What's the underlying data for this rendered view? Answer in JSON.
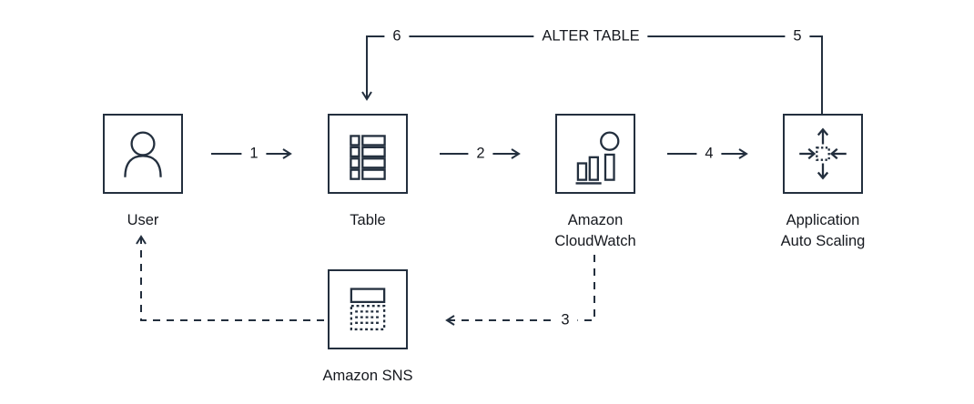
{
  "colors": {
    "stroke": "#232f3e",
    "background": "#ffffff",
    "text": "#16191f"
  },
  "nodes": [
    {
      "id": "user",
      "icon": "user-icon",
      "lines": [
        "User"
      ]
    },
    {
      "id": "table",
      "icon": "table-icon",
      "lines": [
        "Table"
      ]
    },
    {
      "id": "amazon-cloudwatch",
      "icon": "cloudwatch-icon",
      "lines": [
        "Amazon",
        "CloudWatch"
      ]
    },
    {
      "id": "application-auto-scaling",
      "icon": "auto-scaling-icon",
      "lines": [
        "Application",
        "Auto Scaling"
      ]
    },
    {
      "id": "amazon-sns",
      "icon": "sns-icon",
      "lines": [
        "Amazon SNS"
      ]
    }
  ],
  "edge_labels": {
    "step1": "1",
    "step2": "2",
    "step3": "3",
    "step4": "4",
    "step5": "5",
    "step6": "6",
    "alter_table": "ALTER TABLE"
  }
}
